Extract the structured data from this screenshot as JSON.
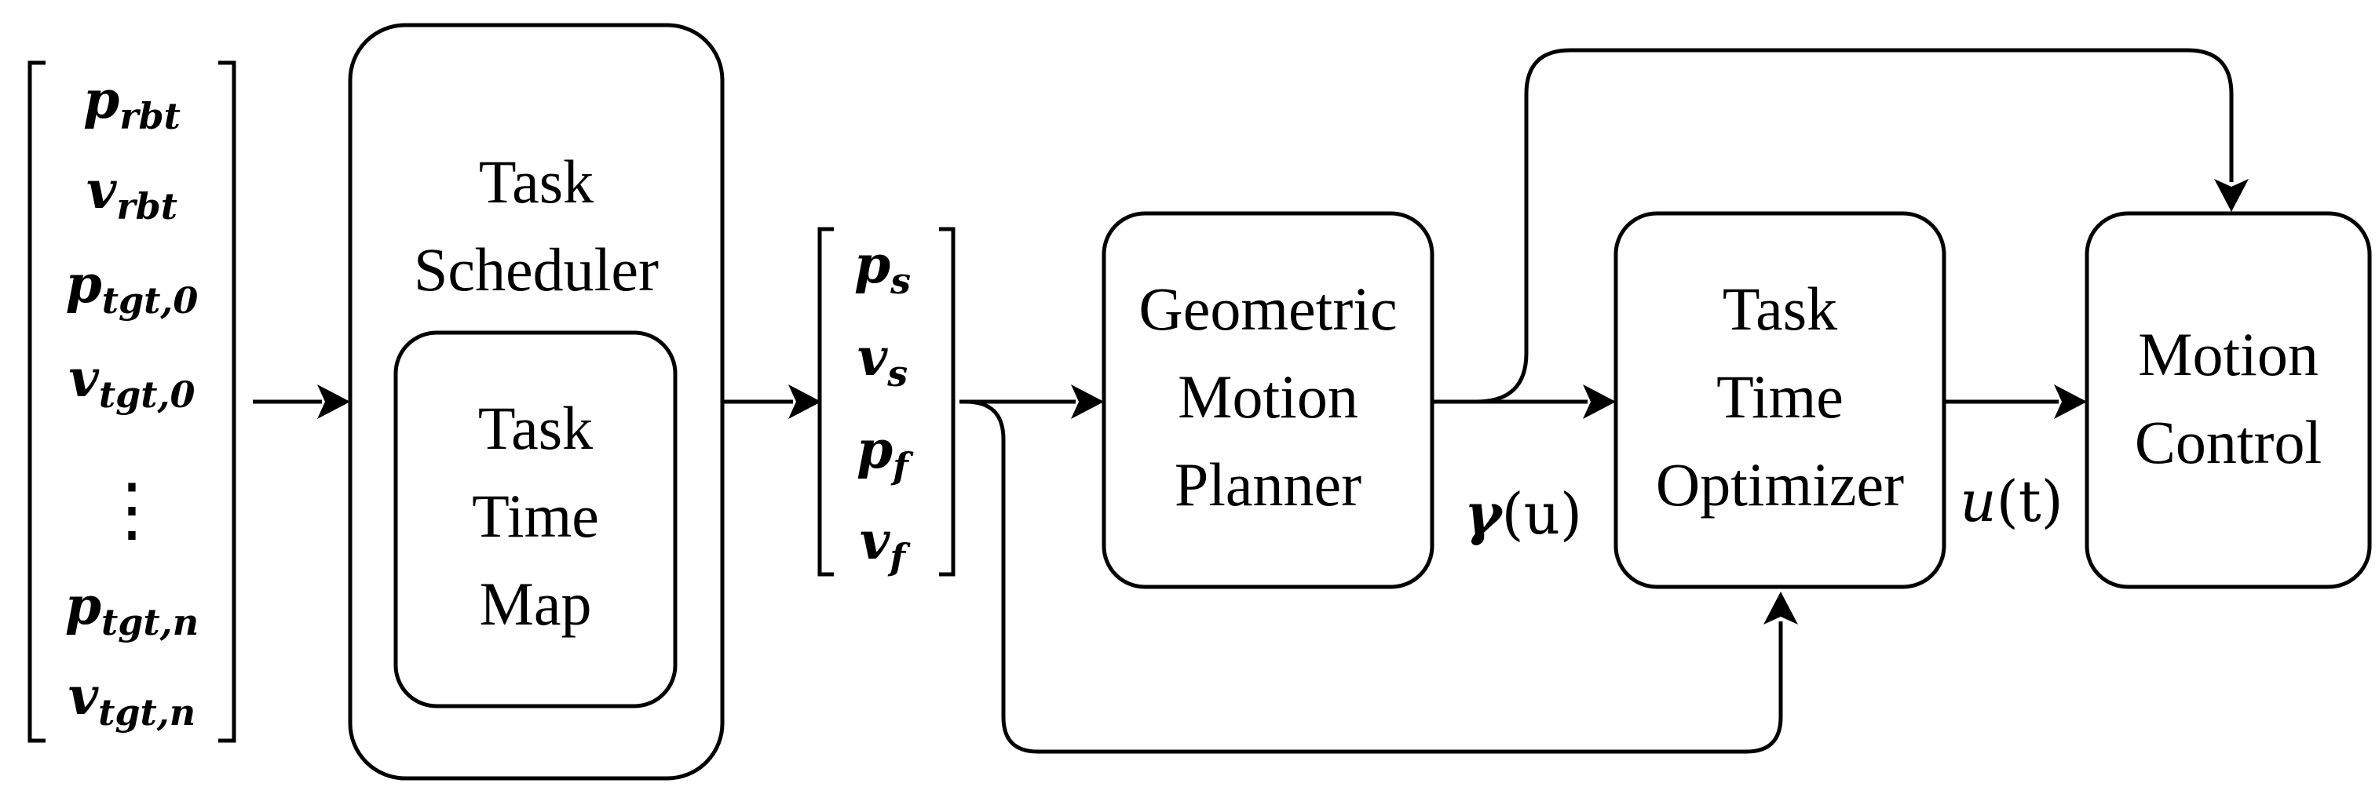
{
  "input_vector": {
    "entries": [
      {
        "base": "p",
        "sub": "rbt"
      },
      {
        "base": "v",
        "sub": "rbt"
      },
      {
        "base": "p",
        "sub": "tgt,0"
      },
      {
        "base": "v",
        "sub": "tgt,0"
      },
      {
        "base": "p",
        "sub": "tgt,n"
      },
      {
        "base": "v",
        "sub": "tgt,n"
      }
    ],
    "ellipsis": "⋮"
  },
  "task_scheduler": {
    "line1": "Task",
    "line2": "Scheduler",
    "inner": {
      "line1": "Task",
      "line2": "Time",
      "line3": "Map"
    }
  },
  "mid_vector": {
    "entries": [
      {
        "base": "p",
        "sub": "s"
      },
      {
        "base": "v",
        "sub": "s"
      },
      {
        "base": "p",
        "sub": "f"
      },
      {
        "base": "v",
        "sub": "f"
      }
    ]
  },
  "geometric_motion_planner": {
    "line1": "Geometric",
    "line2": "Motion",
    "line3": "Planner"
  },
  "task_time_optimizer": {
    "line1": "Task",
    "line2": "Time",
    "line3": "Optimizer"
  },
  "motion_control": {
    "line1": "Motion",
    "line2": "Control"
  },
  "signals": {
    "gamma": {
      "sym": "γ",
      "rest": "(u)"
    },
    "u_of_t": {
      "sym": "u",
      "rest": "(t)"
    }
  }
}
